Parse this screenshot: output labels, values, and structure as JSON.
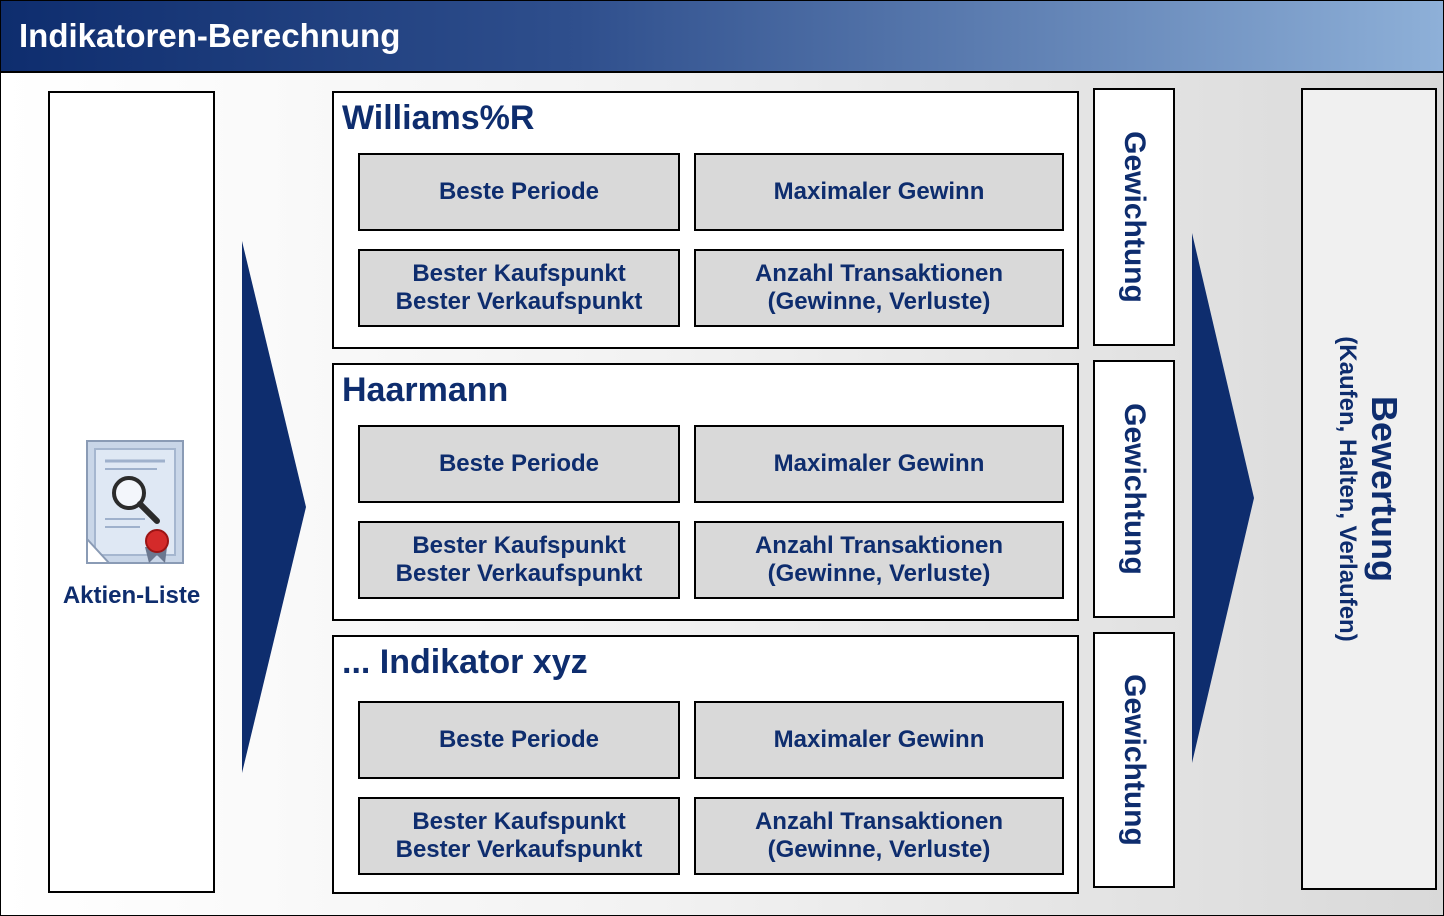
{
  "header": {
    "title": "Indikatoren-Berechnung"
  },
  "stock_list": {
    "label": "Aktien-Liste",
    "icon": "certificate-search-icon"
  },
  "indicators": [
    {
      "title": "Williams%R",
      "metrics": {
        "best_period": "Beste Periode",
        "max_gain": "Maximaler Gewinn",
        "best_buy": "Bester Kaufspunkt",
        "best_sell": "Bester Verkaufspunkt",
        "transactions": "Anzahl Transaktionen",
        "gains_losses": "(Gewinne, Verluste)"
      },
      "weight": "Gewichtung"
    },
    {
      "title": "Haarmann",
      "metrics": {
        "best_period": "Beste Periode",
        "max_gain": "Maximaler Gewinn",
        "best_buy": "Bester Kaufspunkt",
        "best_sell": "Bester Verkaufspunkt",
        "transactions": "Anzahl Transaktionen",
        "gains_losses": "(Gewinne, Verluste)"
      },
      "weight": "Gewichtung"
    },
    {
      "title": "... Indikator xyz",
      "metrics": {
        "best_period": "Beste Periode",
        "max_gain": "Maximaler Gewinn",
        "best_buy": "Bester Kaufspunkt",
        "best_sell": "Bester Verkaufspunkt",
        "transactions": "Anzahl Transaktionen",
        "gains_losses": "(Gewinne, Verluste)"
      },
      "weight": "Gewichtung"
    }
  ],
  "rating": {
    "title": "Bewertung",
    "subtitle": "(Kaufen, Halten, Verlaufen)"
  },
  "colors": {
    "primary": "#0e2d6e",
    "metric_fill": "#d9d9d9",
    "header_end": "#8eb0d8"
  }
}
